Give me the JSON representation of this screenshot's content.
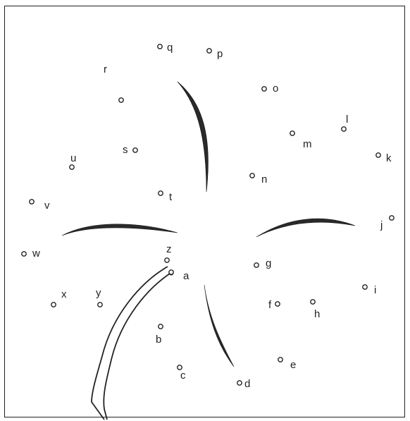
{
  "points": [
    {
      "id": "a",
      "label": "a"
    },
    {
      "id": "b",
      "label": "b"
    },
    {
      "id": "c",
      "label": "c"
    },
    {
      "id": "d",
      "label": "d"
    },
    {
      "id": "e",
      "label": "e"
    },
    {
      "id": "f",
      "label": "f"
    },
    {
      "id": "g",
      "label": "g"
    },
    {
      "id": "h",
      "label": "h"
    },
    {
      "id": "i",
      "label": "i"
    },
    {
      "id": "j",
      "label": "j"
    },
    {
      "id": "k",
      "label": "k"
    },
    {
      "id": "l",
      "label": "l"
    },
    {
      "id": "m",
      "label": "m"
    },
    {
      "id": "n",
      "label": "n"
    },
    {
      "id": "o",
      "label": "o"
    },
    {
      "id": "p",
      "label": "p"
    },
    {
      "id": "q",
      "label": "q"
    },
    {
      "id": "r",
      "label": "r"
    },
    {
      "id": "s",
      "label": "s"
    },
    {
      "id": "t",
      "label": "t"
    },
    {
      "id": "u",
      "label": "u"
    },
    {
      "id": "v",
      "label": "v"
    },
    {
      "id": "w",
      "label": "w"
    },
    {
      "id": "x",
      "label": "x"
    },
    {
      "id": "y",
      "label": "y"
    },
    {
      "id": "z",
      "label": "z"
    }
  ]
}
